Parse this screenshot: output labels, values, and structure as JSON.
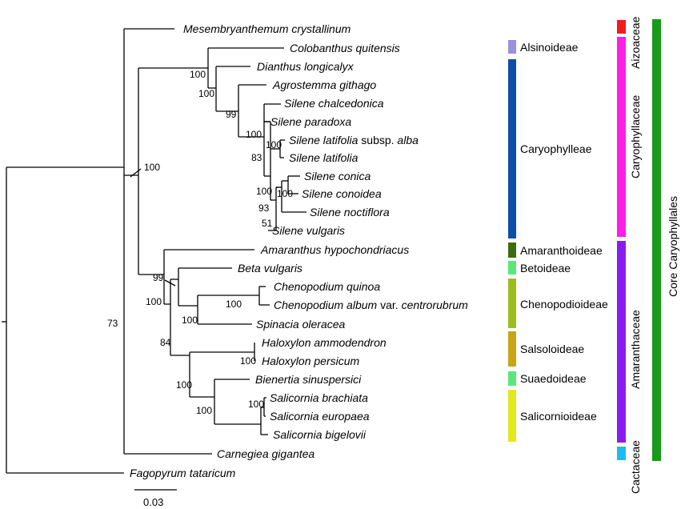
{
  "taxa": [
    {
      "key": "mesembryanthemum",
      "name": "Mesembryanthemum crystallinum"
    },
    {
      "key": "colobanthus",
      "name": "Colobanthus quitensis"
    },
    {
      "key": "dianthus",
      "name": "Dianthus longicalyx"
    },
    {
      "key": "agrostemma",
      "name": "Agrostemma githago"
    },
    {
      "key": "silene_chalcedonica",
      "name": "Silene chalcedonica"
    },
    {
      "key": "silene_paradoxa",
      "name": "Silene paradoxa"
    },
    {
      "key": "silene_latifolia_alba",
      "name": "Silene latifolia",
      "qualifier": " subsp. ",
      "epithet": "alba"
    },
    {
      "key": "silene_latifolia",
      "name": "Silene latifolia"
    },
    {
      "key": "silene_conica",
      "name": "Silene conica"
    },
    {
      "key": "silene_conoidea",
      "name": "Silene conoidea"
    },
    {
      "key": "silene_noctiflora",
      "name": "Silene noctiflora"
    },
    {
      "key": "silene_vulgaris",
      "name": "Silene vulgaris"
    },
    {
      "key": "amaranthus",
      "name": "Amaranthus hypochondriacus"
    },
    {
      "key": "beta",
      "name": "Beta vulgaris"
    },
    {
      "key": "chenopodium_quinoa",
      "name": "Chenopodium quinoa"
    },
    {
      "key": "chenopodium_album",
      "name": "Chenopodium album",
      "qualifier": " var. ",
      "epithet": "centrorubrum"
    },
    {
      "key": "spinacia",
      "name": "Spinacia oleracea"
    },
    {
      "key": "haloxylon_ammodendron",
      "name": "Haloxylon ammodendron"
    },
    {
      "key": "haloxylon_persicum",
      "name": "Haloxylon persicum"
    },
    {
      "key": "bienertia",
      "name": "Bienertia sinuspersici"
    },
    {
      "key": "salicornia_brachiata",
      "name": "Salicornia brachiata"
    },
    {
      "key": "salicornia_europaea",
      "name": "Salicornia europaea"
    },
    {
      "key": "salicornia_bigelovii",
      "name": "Salicornia bigelovii"
    },
    {
      "key": "carnegiea",
      "name": "Carnegiea gigantea"
    },
    {
      "key": "fagopyrum",
      "name": "Fagopyrum tataricum"
    }
  ],
  "bootstrap": [
    {
      "key": "caryophyllaceae_node",
      "value": "100"
    },
    {
      "key": "caryophylleae_node",
      "value": "100"
    },
    {
      "key": "agrostemma_silene_node",
      "value": "99"
    },
    {
      "key": "silene_node",
      "value": "100"
    },
    {
      "key": "silene_latifolia_pair",
      "value": "100"
    },
    {
      "key": "silene_core_node",
      "value": "83"
    },
    {
      "key": "silene_conica_node",
      "value": "100"
    },
    {
      "key": "silene_conoidea_pair",
      "value": "100"
    },
    {
      "key": "silene_noctiflora_node",
      "value": "93"
    },
    {
      "key": "silene_vulgaris_node",
      "value": "51"
    },
    {
      "key": "ingroup_node",
      "value": "100"
    },
    {
      "key": "amaranthaceae_node",
      "value": "100"
    },
    {
      "key": "beta_node",
      "value": "99"
    },
    {
      "key": "chenopodium_pair",
      "value": "100"
    },
    {
      "key": "chenopodioideae_node",
      "value": "100"
    },
    {
      "key": "salsoloid_node",
      "value": "84"
    },
    {
      "key": "haloxylon_pair",
      "value": "100"
    },
    {
      "key": "suaedoid_node",
      "value": "100"
    },
    {
      "key": "salicornia_node",
      "value": "100"
    },
    {
      "key": "salicornia_pair",
      "value": "100"
    },
    {
      "key": "core_node",
      "value": "73"
    }
  ],
  "subfamilies": [
    {
      "key": "alsinoideae",
      "label": "Alsinoideae",
      "color": "#9b8fe0"
    },
    {
      "key": "caryophylleae",
      "label": "Caryophylleae",
      "color": "#0d4ea8"
    },
    {
      "key": "amaranthoideae",
      "label": "Amaranthoideae",
      "color": "#3d6b12"
    },
    {
      "key": "betoideae",
      "label": "Betoideae",
      "color": "#5ce67a"
    },
    {
      "key": "chenopodioideae",
      "label": "Chenopodioideae",
      "color": "#9cbc1e"
    },
    {
      "key": "salsoloideae",
      "label": "Salsoloideae",
      "color": "#c8a416"
    },
    {
      "key": "suaedoideae",
      "label": "Suaedoideae",
      "color": "#5ce67a"
    },
    {
      "key": "salicornioideae",
      "label": "Salicornioideae",
      "color": "#e3e81c"
    }
  ],
  "families": [
    {
      "key": "aizoaceae",
      "label": "Aizoaceae",
      "color": "#ee1c1c"
    },
    {
      "key": "caryophyllaceae",
      "label": "Caryophyllaceae",
      "color": "#ff1ee6"
    },
    {
      "key": "amaranthaceae",
      "label": "Amaranthaceae",
      "color": "#8a1cf0"
    },
    {
      "key": "cactaceae",
      "label": "Cactaceae",
      "color": "#1cbcf0"
    }
  ],
  "order": {
    "label": "Core Caryophyllales",
    "color": "#1a9a1a"
  },
  "scale_bar": {
    "label": "0.03"
  }
}
